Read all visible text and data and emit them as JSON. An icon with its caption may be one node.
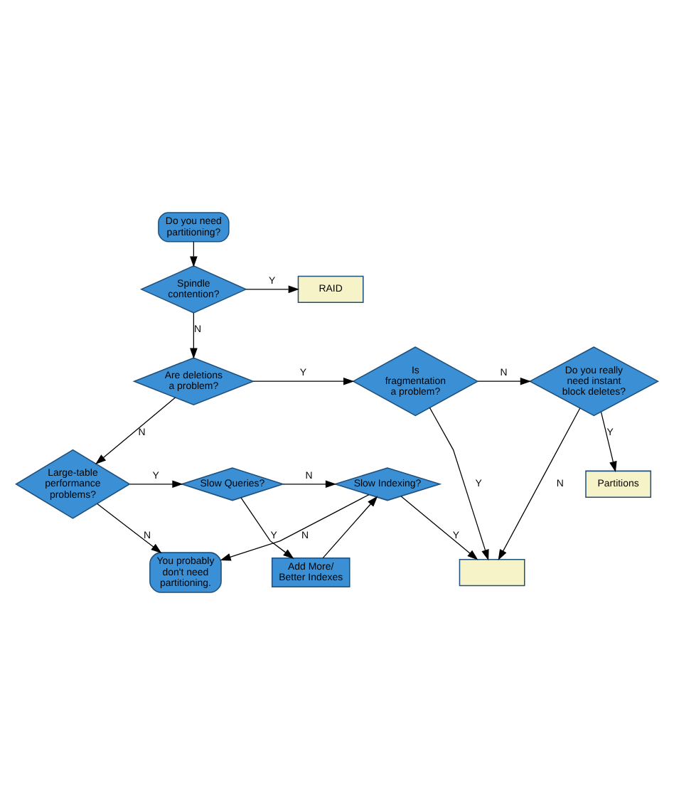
{
  "diagram": {
    "nodes": [
      {
        "text": [
          "Do you need partitioning?"
        ]
      },
      {
        "text": [
          "Spindle contention?"
        ]
      },
      {
        "text": [
          "RAID"
        ]
      },
      {
        "text": [
          "Are deletions a problem?"
        ]
      },
      {
        "text": [
          "Is fragmentation a problem?"
        ]
      },
      {
        "text": [
          "Do you really need instant block deletes?"
        ]
      },
      {
        "text": [
          "Partitions"
        ]
      },
      {
        "text": [],
        "shape": "box"
      },
      {
        "text": [
          "Large-table performance problems?"
        ]
      },
      {
        "text": [
          "Slow Queries?"
        ]
      },
      {
        "text": [
          "Add More/ Better Indexes"
        ]
      },
      {
        "text": [
          "Slow Indexing?"
        ]
      },
      {
        "text": [
          "You probably don't need partitioning."
        ]
      }
    ],
    "edges": [
      {
        "from": 0,
        "to": 1,
        "arrow": "to"
      },
      {
        "from": 1,
        "to": 2,
        "arrow": "to",
        "label": "Y"
      },
      {
        "from": 1,
        "to": 3,
        "arrow": "to",
        "label": "N"
      },
      {
        "from": 3,
        "to": 4,
        "arrow": "to",
        "label": "Y"
      },
      {
        "from": 4,
        "to": 5,
        "arrow": "to",
        "label": "N"
      },
      {
        "from": 5,
        "to": 6,
        "arrow": "to",
        "label": "Y"
      },
      {
        "from": 5,
        "to": 7,
        "arrow": "to",
        "label": "N"
      },
      {
        "from": 4,
        "to": 7,
        "arrow": "to",
        "label": "Y"
      },
      {
        "from": 3,
        "to": 8,
        "arrow": "to",
        "label": "N"
      },
      {
        "from": 8,
        "to": 9,
        "arrow": "to",
        "label": "Y"
      },
      {
        "from": 9,
        "to": 11,
        "arrow": "to",
        "label": "N"
      },
      {
        "from": 9,
        "to": 10,
        "arrow": "to",
        "label": "Y"
      },
      {
        "from": 10,
        "to": 11,
        "arrow": "to"
      },
      {
        "from": 11,
        "to": 7,
        "arrow": "to",
        "label": "Y"
      },
      {
        "from": 8,
        "to": 12,
        "arrow": "to",
        "label": "N"
      },
      {
        "from": 11,
        "to": 12,
        "arrow": "to",
        "label": "N"
      }
    ]
  }
}
